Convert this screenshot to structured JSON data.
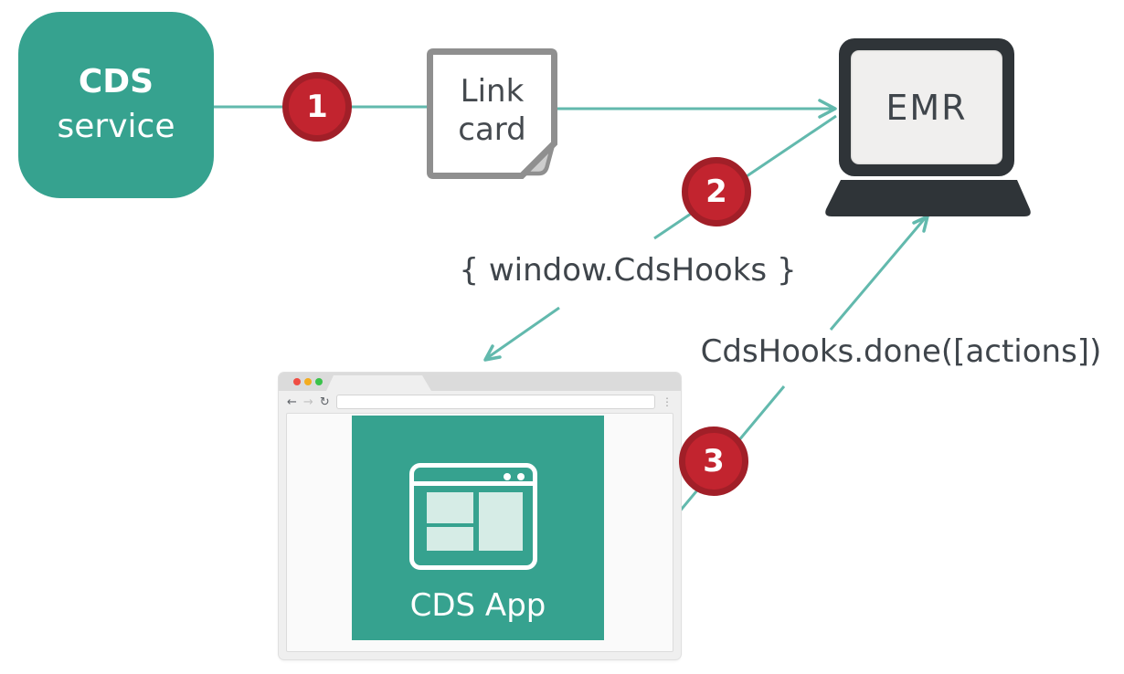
{
  "colors": {
    "teal": "#36A28F",
    "arrow_teal": "#62B9AD",
    "badge_red": "#C2242F",
    "badge_ring_red": "#A11F28",
    "laptop_dark": "#2F3438",
    "text_gray": "#3F454B",
    "browser_chrome_gray": "#EFEFEF",
    "panel_light_teal": "#D6ECE6"
  },
  "cds_service": {
    "title": "CDS",
    "subtitle": "service"
  },
  "steps": {
    "one": "1",
    "two": "2",
    "three": "3"
  },
  "link_card": {
    "line1": "Link",
    "line2": "card"
  },
  "emr": {
    "label": "EMR"
  },
  "annotations": {
    "handoff": "{ window.CdsHooks }",
    "done": "CdsHooks.done([actions])"
  },
  "browser": {
    "url_value": "",
    "nav": {
      "back": "←",
      "forward": "→",
      "refresh": "↻",
      "menu": "⋮"
    },
    "app": {
      "label": "CDS App"
    }
  }
}
